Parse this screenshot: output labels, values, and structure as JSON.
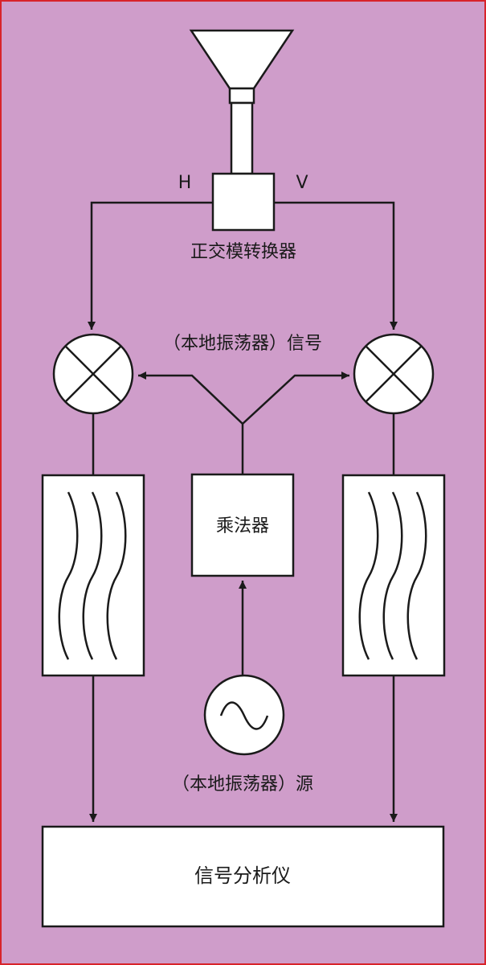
{
  "colors": {
    "background": "#cf9dca",
    "border": "#d8232a",
    "stroke": "#1a1a1a",
    "box_fill": "#ffffff"
  },
  "labels": {
    "h": "H",
    "v": "V",
    "omt": "正交模转换器",
    "lo_signal": "（本地振荡器）信号",
    "multiplier": "乘法器",
    "lo_source": "（本地振荡器）源",
    "analyzer": "信号分析仪"
  },
  "icons": {
    "horn": "horn-antenna-icon",
    "mixer": "mixer-cross-icon",
    "filter": "filter-wave-icon",
    "oscillator": "sine-source-icon"
  }
}
